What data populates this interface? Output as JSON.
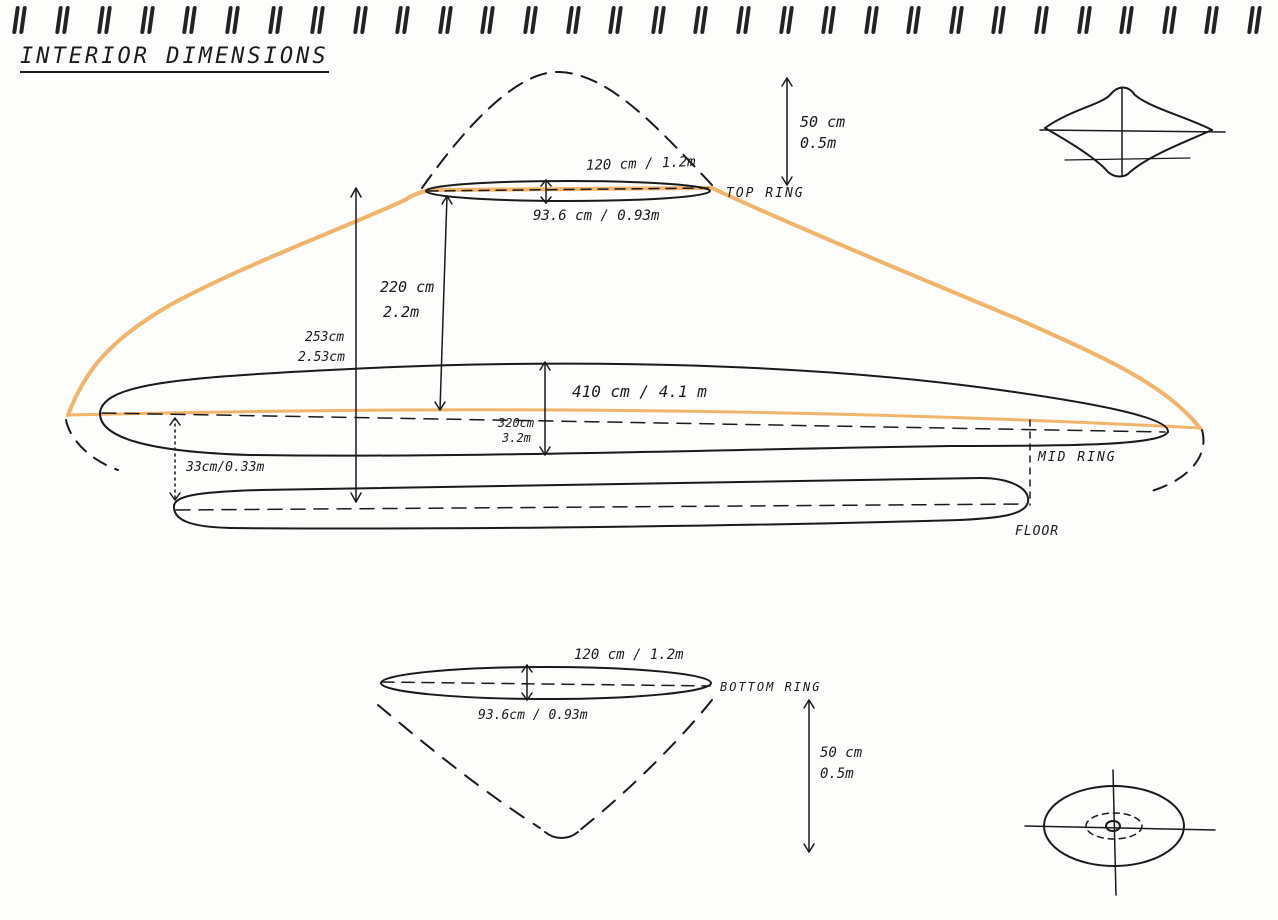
{
  "title": "INTERIOR DIMENSIONS",
  "labels": {
    "top_ring_width": "120 cm / 1.2m",
    "top_ring_inner": "93.6 cm / 0.93m",
    "top_ring_name": "TOP RING",
    "dome_height_cm": "50 cm",
    "dome_height_m": "0.5m",
    "height_220_cm": "220 cm",
    "height_220_m": "2.2m",
    "height_253_cm": "253cm",
    "height_253_m": "2.53cm",
    "mid_ring_width": "410 cm / 4.1 m",
    "mid_ring_depth_cm": "320cm",
    "mid_ring_depth_m": "3.2m",
    "floor_offset": "33cm/0.33m",
    "mid_ring_name": "MID RING",
    "floor_name": "FLOOR",
    "bottom_ring_width": "120 cm / 1.2m",
    "bottom_ring_inner": "93.6cm / 0.93m",
    "bottom_ring_name": "BOTTOM RING",
    "bottom_height_cm": "50 cm",
    "bottom_height_m": "0.5m"
  },
  "colors": {
    "ink": "#1a1a1a",
    "outline": "#f0b46a",
    "paper": "#fdfdfb"
  }
}
